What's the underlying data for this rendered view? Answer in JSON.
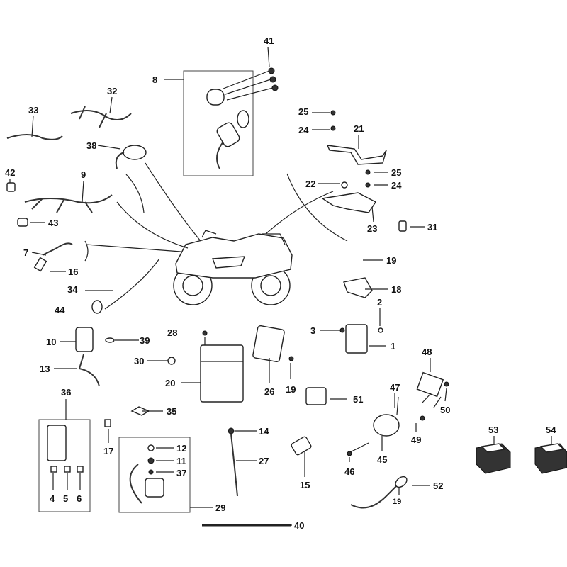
{
  "diagram": {
    "title": "ATV electrical parts exploded view",
    "labels": [
      "41",
      "8",
      "32",
      "33",
      "25",
      "24",
      "21",
      "38",
      "42",
      "9",
      "25",
      "22",
      "24",
      "43",
      "23",
      "31",
      "7",
      "19",
      "16",
      "34",
      "18",
      "44",
      "2",
      "3",
      "1",
      "10",
      "28",
      "39",
      "13",
      "30",
      "20",
      "26",
      "19",
      "48",
      "47",
      "51",
      "50",
      "36",
      "35",
      "49",
      "17",
      "14",
      "53",
      "54",
      "12",
      "11",
      "37",
      "27",
      "46",
      "45",
      "15",
      "52",
      "19",
      "4",
      "5",
      "6",
      "29",
      "40"
    ]
  }
}
